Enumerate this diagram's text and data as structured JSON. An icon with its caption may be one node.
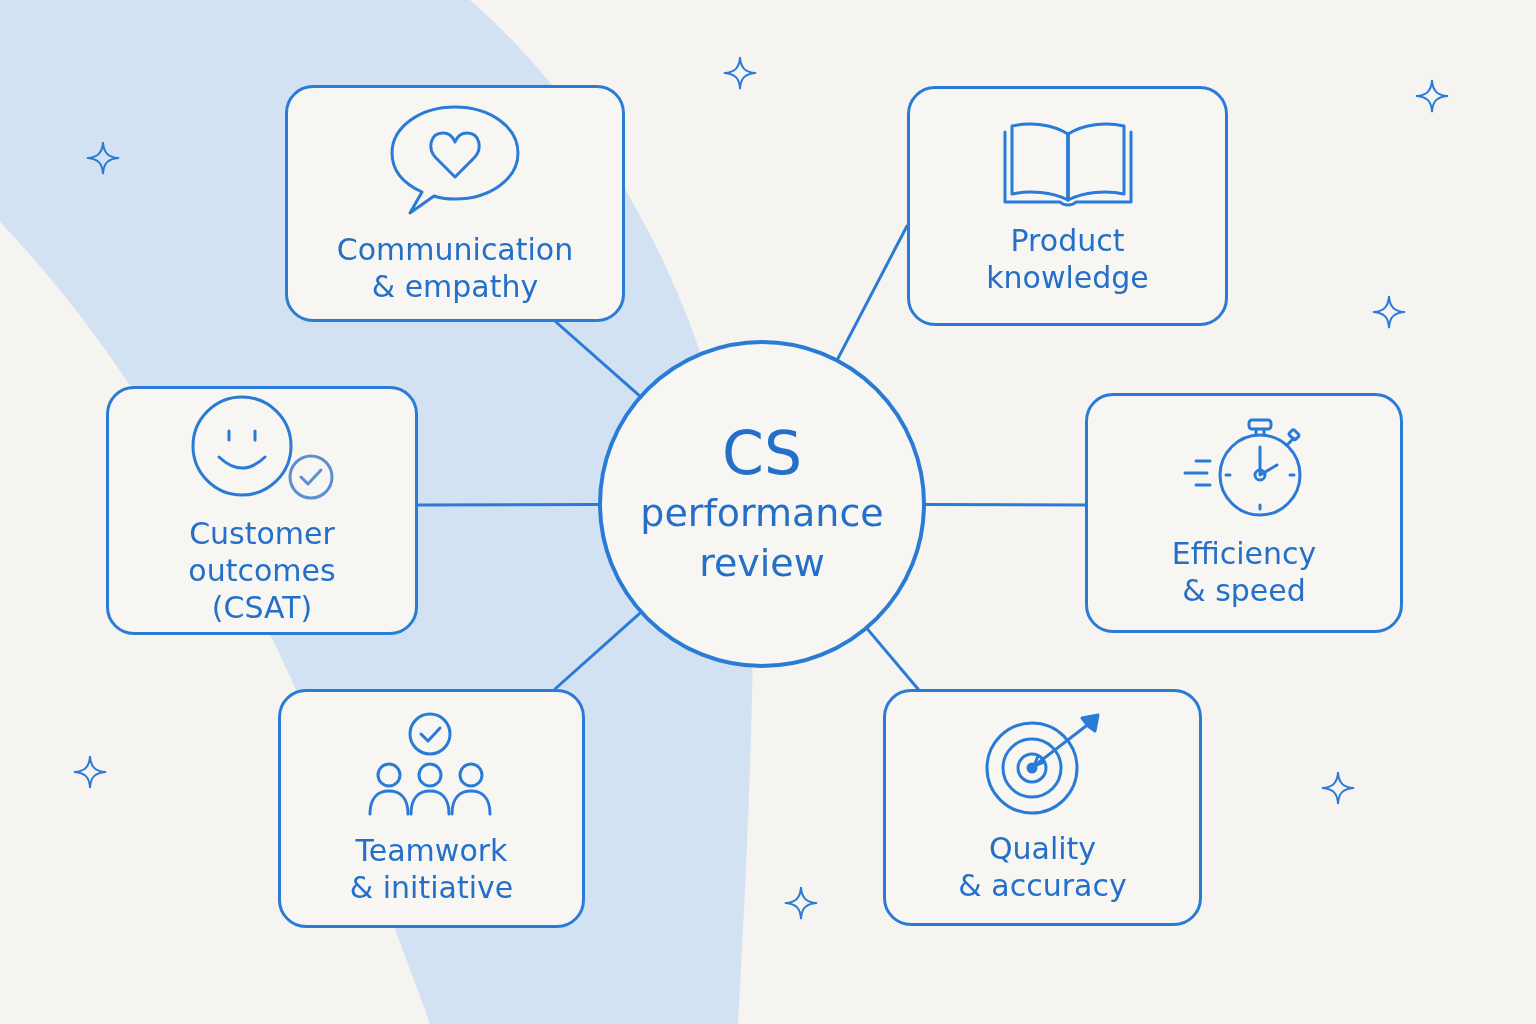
{
  "diagram": {
    "nodes": [
      {
        "text": [
          "CS",
          "performance review"
        ]
      },
      {
        "text": [
          "Communication & empathy"
        ]
      },
      {
        "text": [
          "Product knowledge"
        ]
      },
      {
        "text": [
          "Customer outcomes (CSAT)"
        ]
      },
      {
        "text": [
          "Efficiency & speed"
        ]
      },
      {
        "text": [
          "Teamwork & initiative"
        ]
      },
      {
        "text": [
          "Quality & accuracy"
        ]
      }
    ],
    "edges": [
      {
        "from": 0,
        "to": 1,
        "arrow": "none"
      },
      {
        "from": 0,
        "to": 2,
        "arrow": "none"
      },
      {
        "from": 0,
        "to": 3,
        "arrow": "none"
      },
      {
        "from": 0,
        "to": 4,
        "arrow": "none"
      },
      {
        "from": 0,
        "to": 5,
        "arrow": "none"
      },
      {
        "from": 0,
        "to": 6,
        "arrow": "none"
      }
    ]
  }
}
